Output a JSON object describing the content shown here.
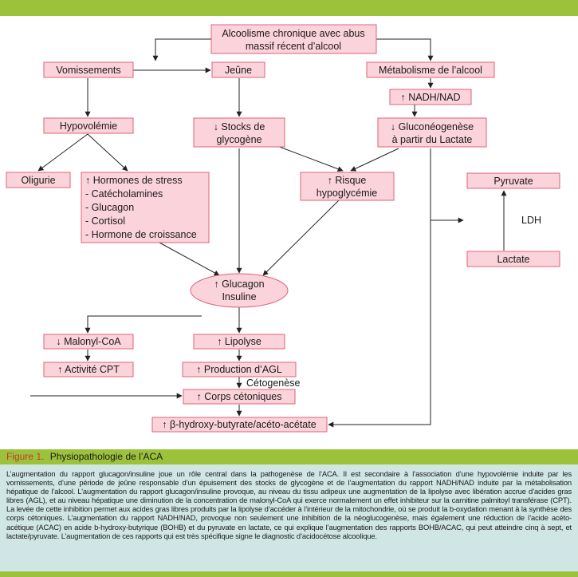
{
  "colors": {
    "header_band": "#9cc23c",
    "box_fill": "#fbd3db",
    "box_stroke": "#e0607a",
    "caption_bg": "#cfe6e4",
    "figure_number": "#c0392b"
  },
  "nodes": {
    "alcoolisme_l1": "Alcoolisme chronique avec abus",
    "alcoolisme_l2": "massif récent d’alcool",
    "vomissements": "Vomissements",
    "jeune": "Jeûne",
    "metabolisme": "Métabolisme de l’alcool",
    "nadh": "↑ NADH/NAD",
    "hypovolemie": "Hypovolémie",
    "stocks_l1": "↓ Stocks de",
    "stocks_l2": "glycogène",
    "gluconeo_l1": "↓ Gluconéogenèse",
    "gluconeo_l2": "à partir du Lactate",
    "oligurie": "Oligurie",
    "hormones": [
      "↑ Hormones de stress",
      "- Catécholamines",
      "- Glucagon",
      "- Cortisol",
      "- Hormone de croissance"
    ],
    "risque_l1": "↑ Risque",
    "risque_l2": "hypoglycémie",
    "pyruvate": "Pyruvate",
    "ldh": "LDH",
    "lactate": "Lactate",
    "glucagon_l1": "↑ Glucagon",
    "glucagon_l2": "Insuline",
    "malonyl": "↓ Malonyl-CoA",
    "lipolyse": "↑ Lipolyse",
    "cpt": "↑ Activité CPT",
    "agl": "↑ Production d’AGL",
    "cetogenese": "Cétogenèse",
    "corps": "↑ Corps cétoniques",
    "bohb": "↑ β-hydroxy-butyrate/acéto-acétate"
  },
  "figure": {
    "number": "Figure 1.",
    "title": "Physiopathologie de l’ACA",
    "caption": "L’augmentation du rapport glucagon/insuline joue un rôle central dans la pathogenèse de l’ACA. Il est secondaire à l’association d’une hypovolémie induite par les vomissements, d’une période de jeûne responsable d’un épuisement des stocks de glycogène et de l’augmentation du rapport NADH/NAD induite par la métabolisation hépatique de l’alcool. L’augmentation du rapport glucagon/insuline provoque, au niveau du tissu adipeux une augmentation de la lipolyse avec libération accrue d’acides gras libres (AGL), et au niveau hépatique une diminution de la concentration de malonyl-CoA qui exerce normalement un effet inhibiteur sur la carnitine palmitoyl transférase (CPT). La levée de cette inhibition permet aux acides gras libres produits par la lipolyse d’accéder à l’intérieur de la mitochondrie, où se produit la b-oxydation menant à la synthèse des corps cétoniques. L’augmentation du rapport NADH/NAD, provoque non seulement une inhibition de la néoglucogenèse, mais également une réduction de l’acide acéto-acétique (ACAC) en acide b-hydroxy-butyrique (BOHB) et du pyruvate en lactate, ce qui explique l’augmentation des rapports BOHB/ACAC, qui peut atteindre cinq à sept, et lactate/pyruvate. L’augmentation de ces rapports qui est très spécifique signe le diagnostic d’acidocétose alcoolique."
  }
}
